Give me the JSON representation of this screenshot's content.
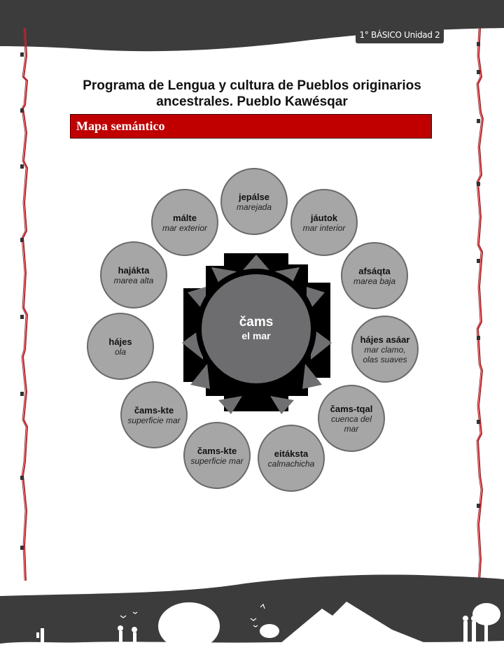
{
  "header": {
    "badge": "1° BÁSICO Unidad 2"
  },
  "document": {
    "title_line1": "Programa de Lengua y cultura de Pueblos originarios",
    "title_line2": "ancestrales. Pueblo Kawésqar",
    "section_title": "Mapa semántico"
  },
  "semantic_map": {
    "center": {
      "term": "čams",
      "gloss": "el mar"
    },
    "nodes": [
      {
        "term": "jepálse",
        "gloss": "marejada"
      },
      {
        "term": "jáutok",
        "gloss": "mar interior"
      },
      {
        "term": "afsáqta",
        "gloss": "marea baja"
      },
      {
        "term": "hájes asáar",
        "gloss": "mar clamo, olas suaves"
      },
      {
        "term": "čams-tqal",
        "gloss": "cuenca del mar"
      },
      {
        "term": "eitáksta",
        "gloss": "calmachicha"
      },
      {
        "term": "čams-kte",
        "gloss": "superficie mar"
      },
      {
        "term": "čams-kte",
        "gloss": "superficie mar"
      },
      {
        "term": "hájes",
        "gloss": "ola"
      },
      {
        "term": "hajákta",
        "gloss": "marea alta"
      },
      {
        "term": "málte",
        "gloss": "mar exterior"
      }
    ]
  },
  "colors": {
    "header_dark": "#3c3c3c",
    "section_red": "#c00000",
    "node_fill": "#a6a6a7",
    "center_fill": "#6d6d6f",
    "border_red": "#e0141b"
  }
}
